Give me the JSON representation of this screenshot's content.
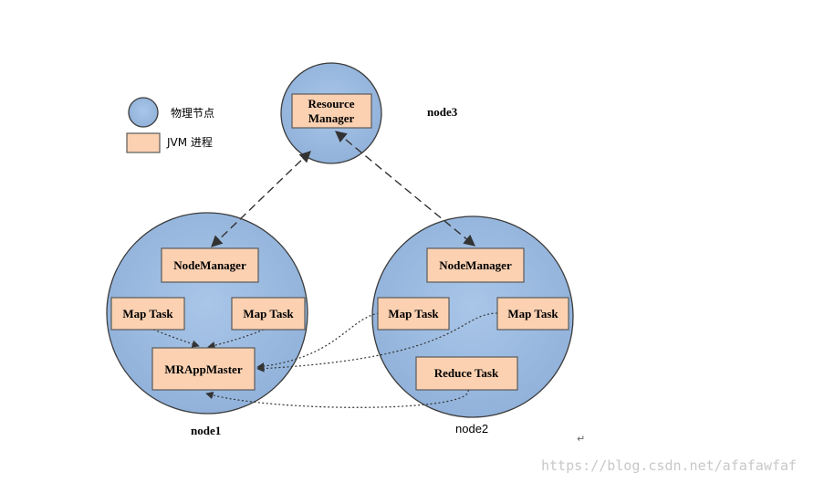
{
  "legend": {
    "physical_node": "物理节点",
    "jvm_process": "JVM 进程"
  },
  "nodes": {
    "node1": "node1",
    "node2": "node2",
    "node3": "node3"
  },
  "boxes": {
    "resource_manager_line1": "Resource",
    "resource_manager_line2": "Manager",
    "node1_nodemanager": "NodeManager",
    "node2_nodemanager": "NodeManager",
    "node1_maptask_left": "Map Task",
    "node1_maptask_right": "Map Task",
    "node2_maptask_left": "Map Task",
    "node2_maptask_right": "Map Task",
    "mrappmaster": "MRAppMaster",
    "reduce_task": "Reduce Task"
  },
  "colors": {
    "node_fill": "#9dbbe0",
    "node_stroke": "#3b3b3b",
    "process_fill": "#fbd1b2",
    "process_stroke": "#5a5a5a"
  },
  "return_mark": "↵",
  "watermark": "https://blog.csdn.net/afafawfaf"
}
